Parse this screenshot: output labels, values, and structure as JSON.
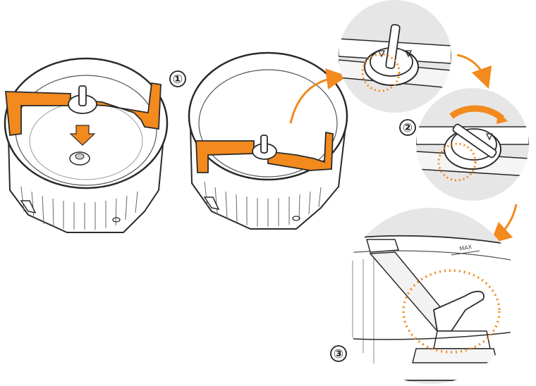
{
  "steps": [
    {
      "label": "①"
    },
    {
      "label": "②"
    },
    {
      "label": "③"
    }
  ],
  "bowl_marking": "MAX",
  "colors": {
    "accent": "#F28A1E",
    "line": "#2a2a2a",
    "circle_bg": "#e6e6e6",
    "bowl_fill": "#ffffff"
  }
}
